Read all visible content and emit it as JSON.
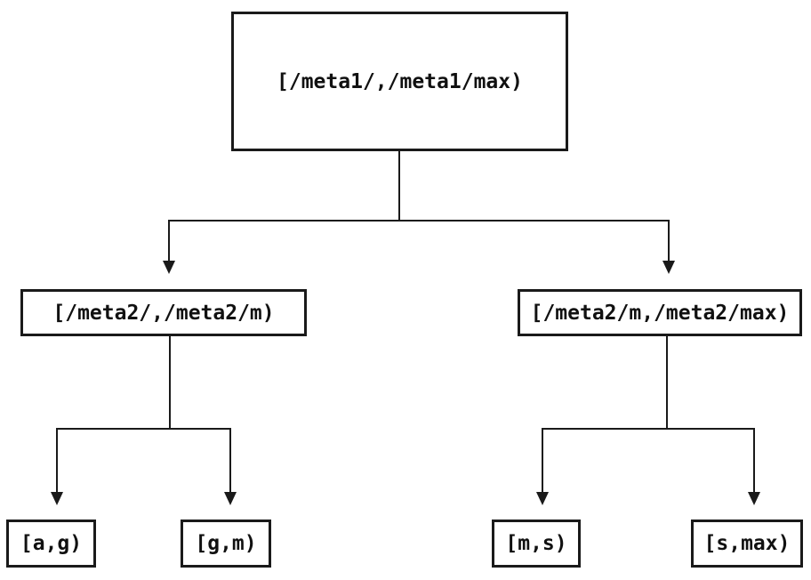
{
  "diagram": {
    "type": "binary-interval-tree",
    "colors": {
      "background": "#ffffff",
      "line": "#1a1a1a",
      "box_border": "#1a1a1a",
      "text": "#111111"
    },
    "nodes": {
      "root": {
        "label": "[/meta1/,/meta1/max)"
      },
      "left": {
        "label": "[/meta2/,/meta2/m)"
      },
      "right": {
        "label": "[/meta2/m,/meta2/max)"
      },
      "leaf_ag": {
        "label": "[a,g)"
      },
      "leaf_gm": {
        "label": "[g,m)"
      },
      "leaf_ms": {
        "label": "[m,s)"
      },
      "leaf_smax": {
        "label": "[s,max)"
      }
    },
    "edges": [
      {
        "from": "root",
        "to": [
          "left",
          "right"
        ]
      },
      {
        "from": "left",
        "to": [
          "leaf_ag",
          "leaf_gm"
        ]
      },
      {
        "from": "right",
        "to": [
          "leaf_ms",
          "leaf_smax"
        ]
      }
    ]
  }
}
